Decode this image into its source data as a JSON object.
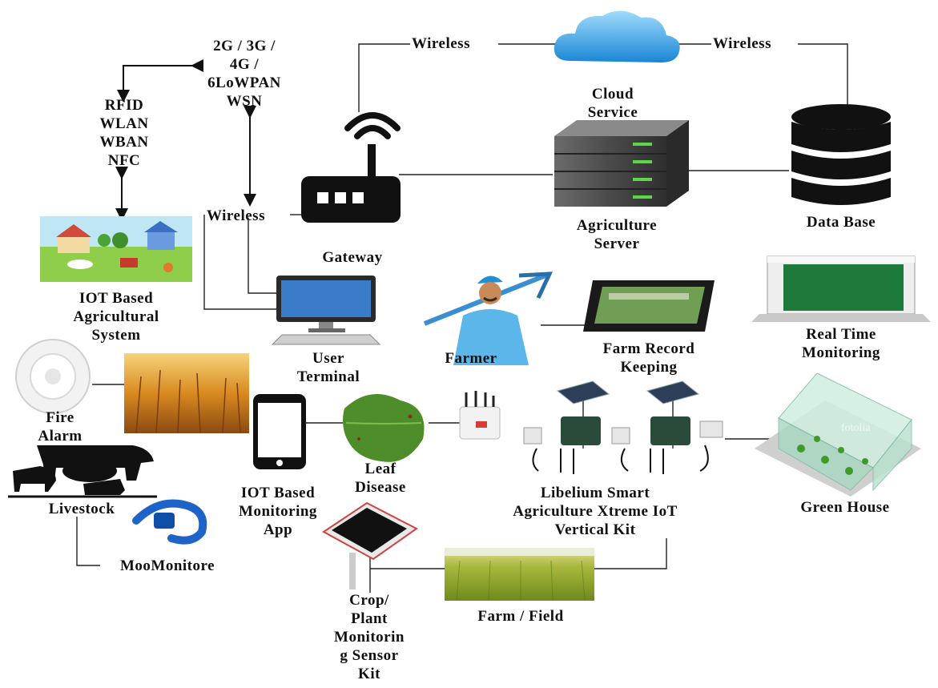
{
  "labels": {
    "network_types": [
      "2G / 3G /",
      "4G /",
      "6LoWPAN",
      "WSN"
    ],
    "short_range": [
      "RFID",
      "WLAN",
      "WBAN",
      "NFC"
    ],
    "wireless_left": "Wireless",
    "wireless_top_left": "Wireless",
    "wireless_top_right": "Wireless",
    "cloud_service": [
      "Cloud",
      "Service"
    ],
    "agriculture_server": [
      "Agriculture",
      "Server"
    ],
    "data_base": "Data Base",
    "gateway": "Gateway",
    "iot_agri_system": [
      "IOT Based",
      "Agricultural",
      "System"
    ],
    "user_terminal": [
      "User",
      "Terminal"
    ],
    "farmer": "Farmer",
    "farm_record": [
      "Farm Record",
      "Keeping"
    ],
    "real_time": [
      "Real Time",
      "Monitoring"
    ],
    "fire_alarm": [
      "Fire",
      "Alarm"
    ],
    "livestock": "Livestock",
    "moomonitore": "MooMonitore",
    "iot_app": [
      "IOT Based",
      "Monitoring",
      "App"
    ],
    "leaf_disease": [
      "Leaf",
      "Disease"
    ],
    "libelium": [
      "Libelium Smart",
      "Agriculture Xtreme IoT",
      "Vertical Kit"
    ],
    "green_house": "Green House",
    "farm_field": "Farm / Field",
    "crop_kit": [
      "Crop/",
      "Plant",
      "Monitorin",
      "g Sensor",
      "Kit"
    ],
    "watermark": "fotolia"
  }
}
